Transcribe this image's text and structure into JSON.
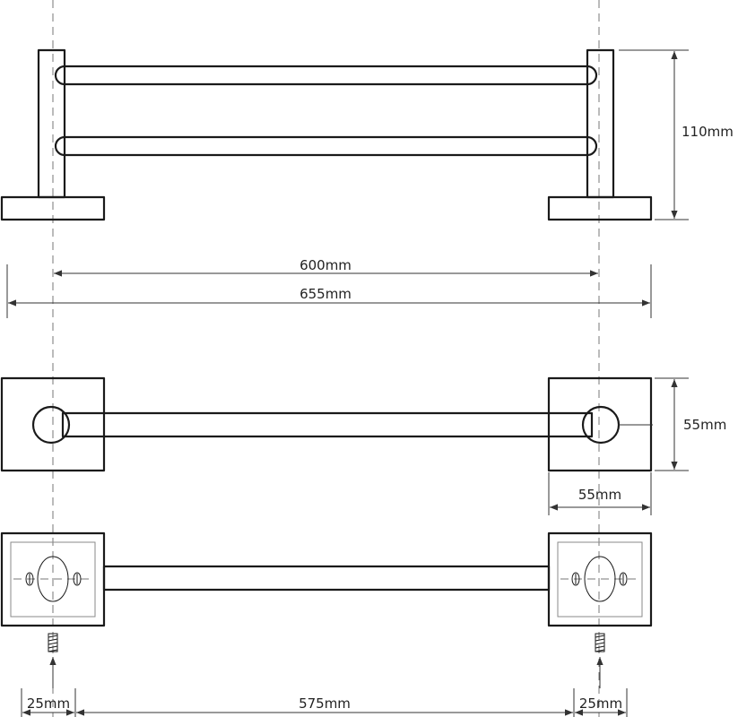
{
  "dimensions": {
    "height_total": "110mm",
    "inner_length": "600mm",
    "overall_length": "655mm",
    "plate_height": "55mm",
    "plate_width": "55mm",
    "offset_left": "25mm",
    "screw_spacing": "575mm",
    "offset_right": "25mm"
  }
}
